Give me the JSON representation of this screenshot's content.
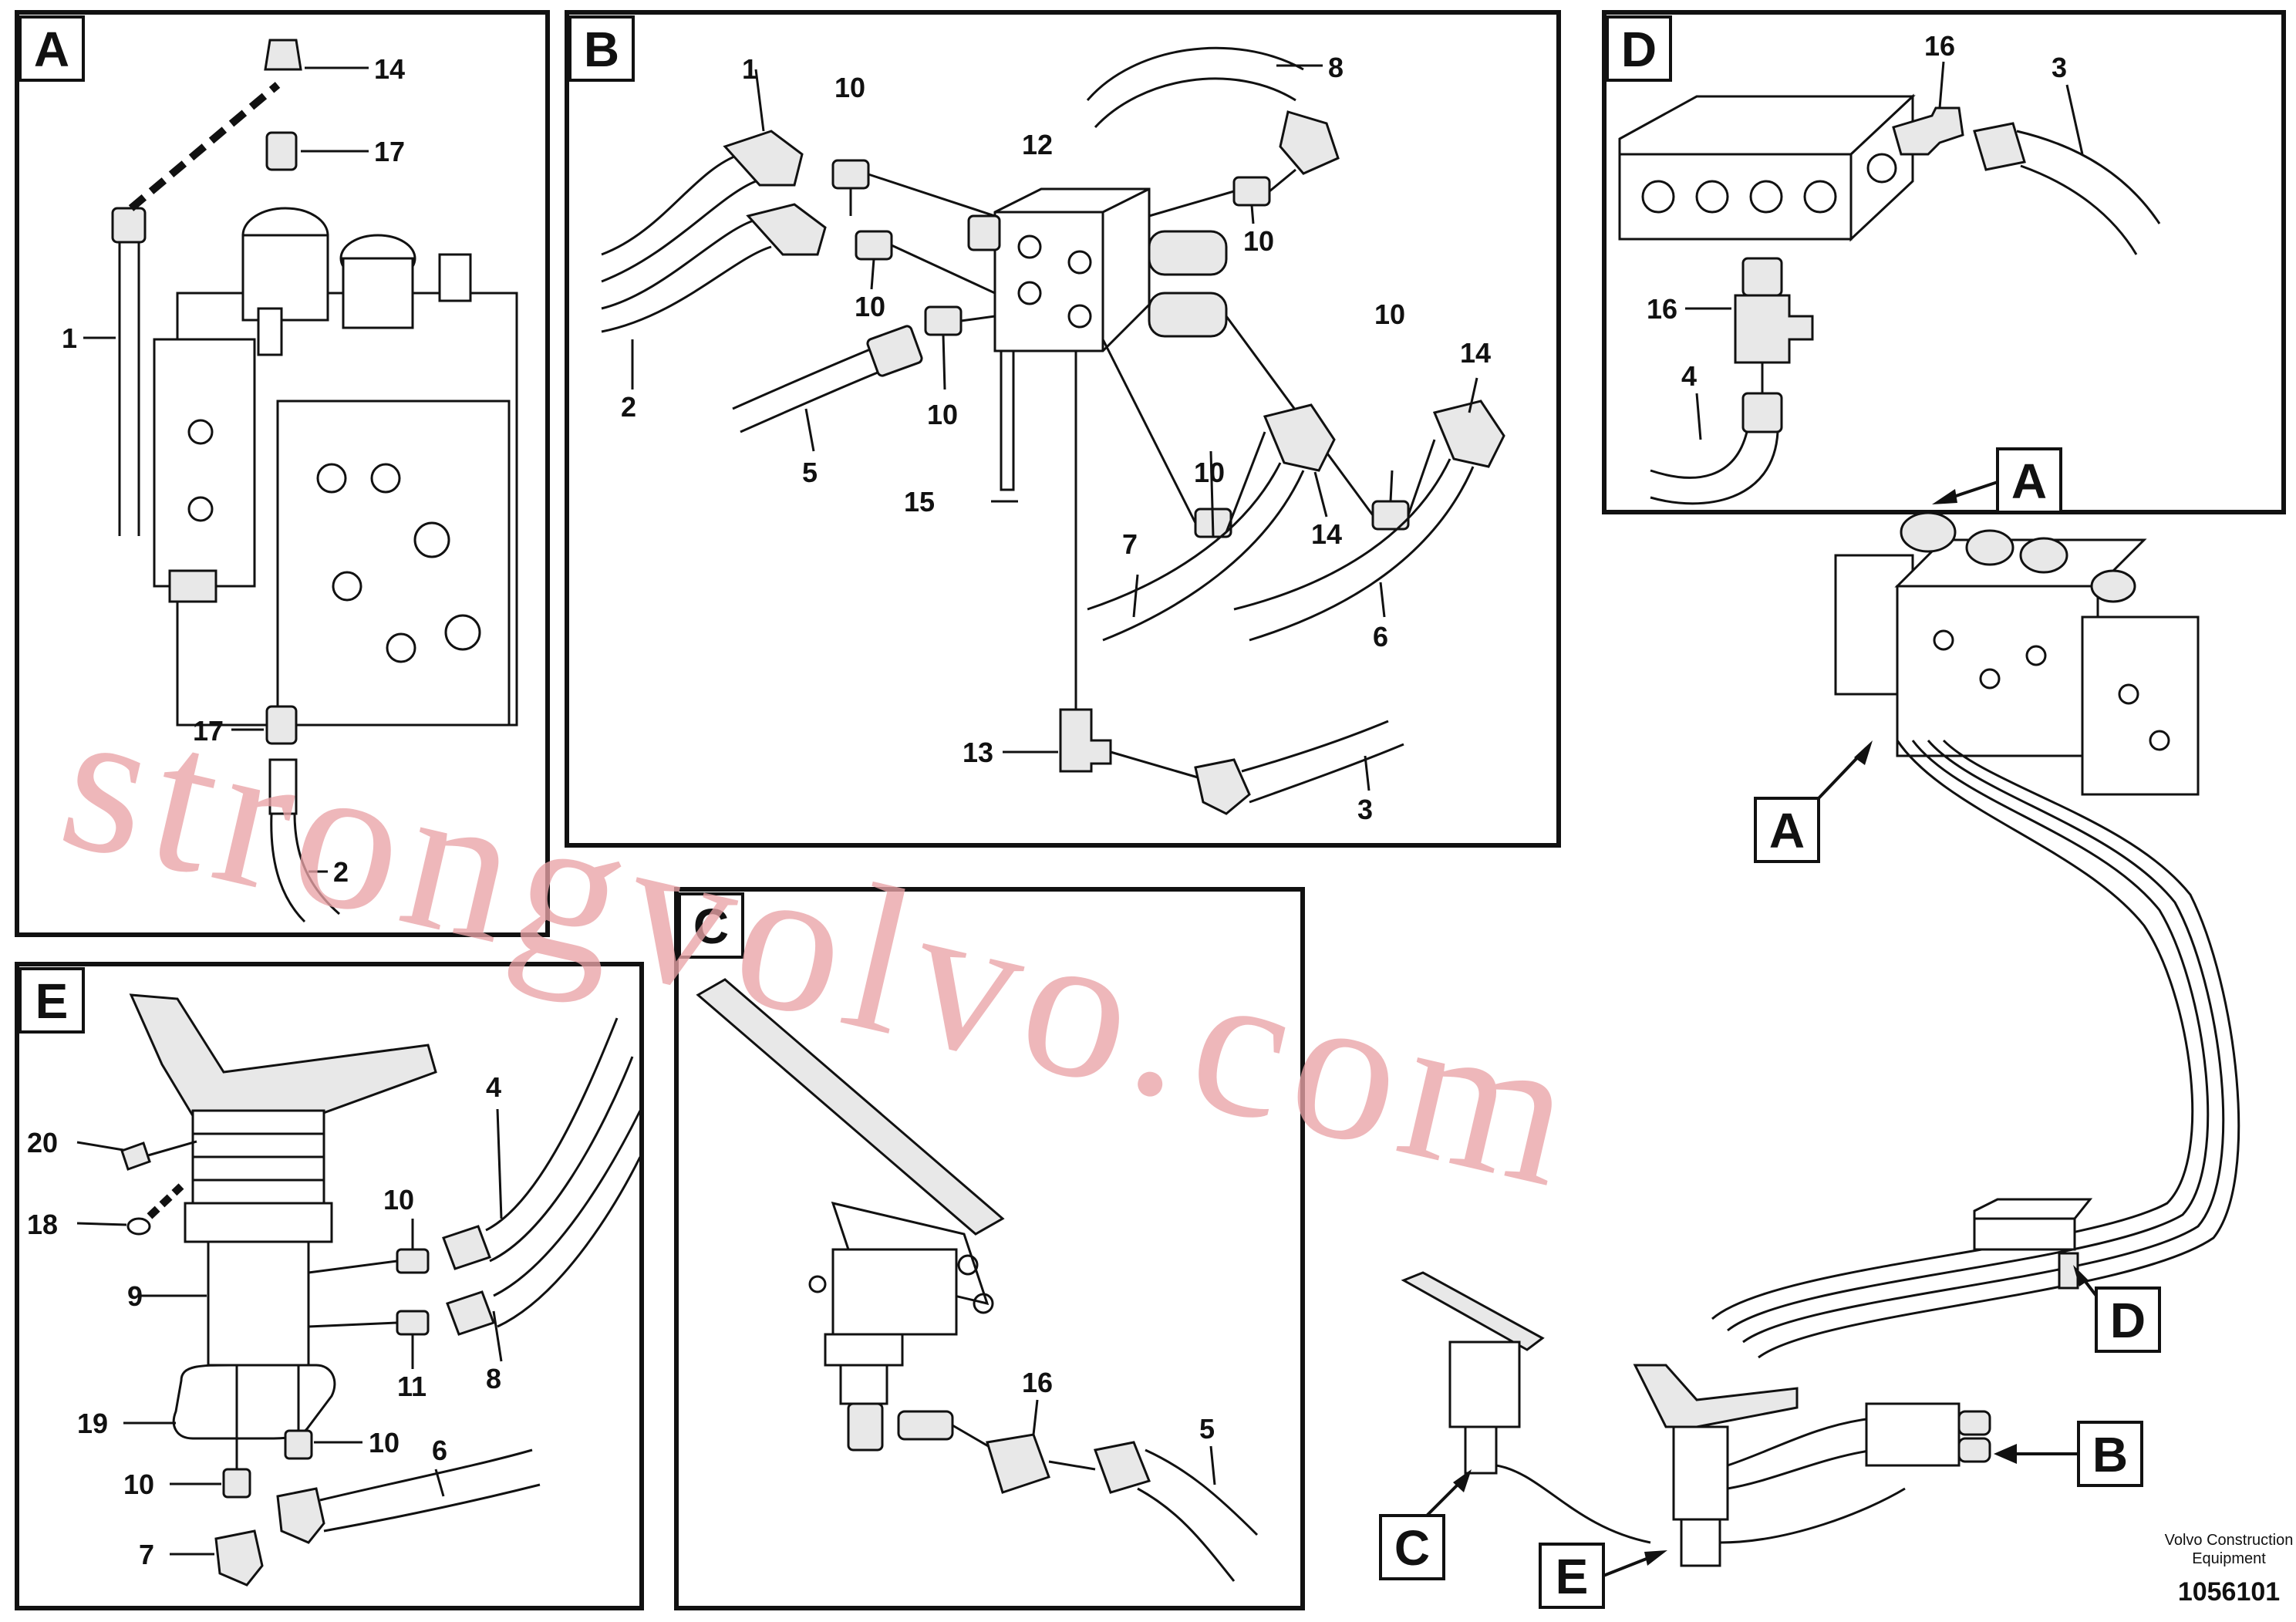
{
  "panels": {
    "A": {
      "letter": "A",
      "labels": [
        "14",
        "17",
        "1",
        "17",
        "2"
      ]
    },
    "B": {
      "letter": "B",
      "labels": [
        "1",
        "10",
        "12",
        "8",
        "10",
        "10",
        "2",
        "10",
        "5",
        "10",
        "14",
        "10",
        "14",
        "15",
        "7",
        "6",
        "13",
        "3"
      ]
    },
    "C": {
      "letter": "C",
      "labels": [
        "16",
        "5"
      ]
    },
    "D": {
      "letter": "D",
      "labels": [
        "16",
        "3",
        "16",
        "4"
      ]
    },
    "E": {
      "letter": "E",
      "labels": [
        "4",
        "20",
        "10",
        "18",
        "8",
        "9",
        "11",
        "19",
        "10",
        "6",
        "10",
        "7"
      ]
    }
  },
  "overview_callouts": [
    "A",
    "A",
    "D",
    "B",
    "C",
    "E"
  ],
  "credit_lines": [
    "Volvo Construction",
    "Equipment"
  ],
  "figure_number": "1056101",
  "watermark": "strongvolvo.com"
}
